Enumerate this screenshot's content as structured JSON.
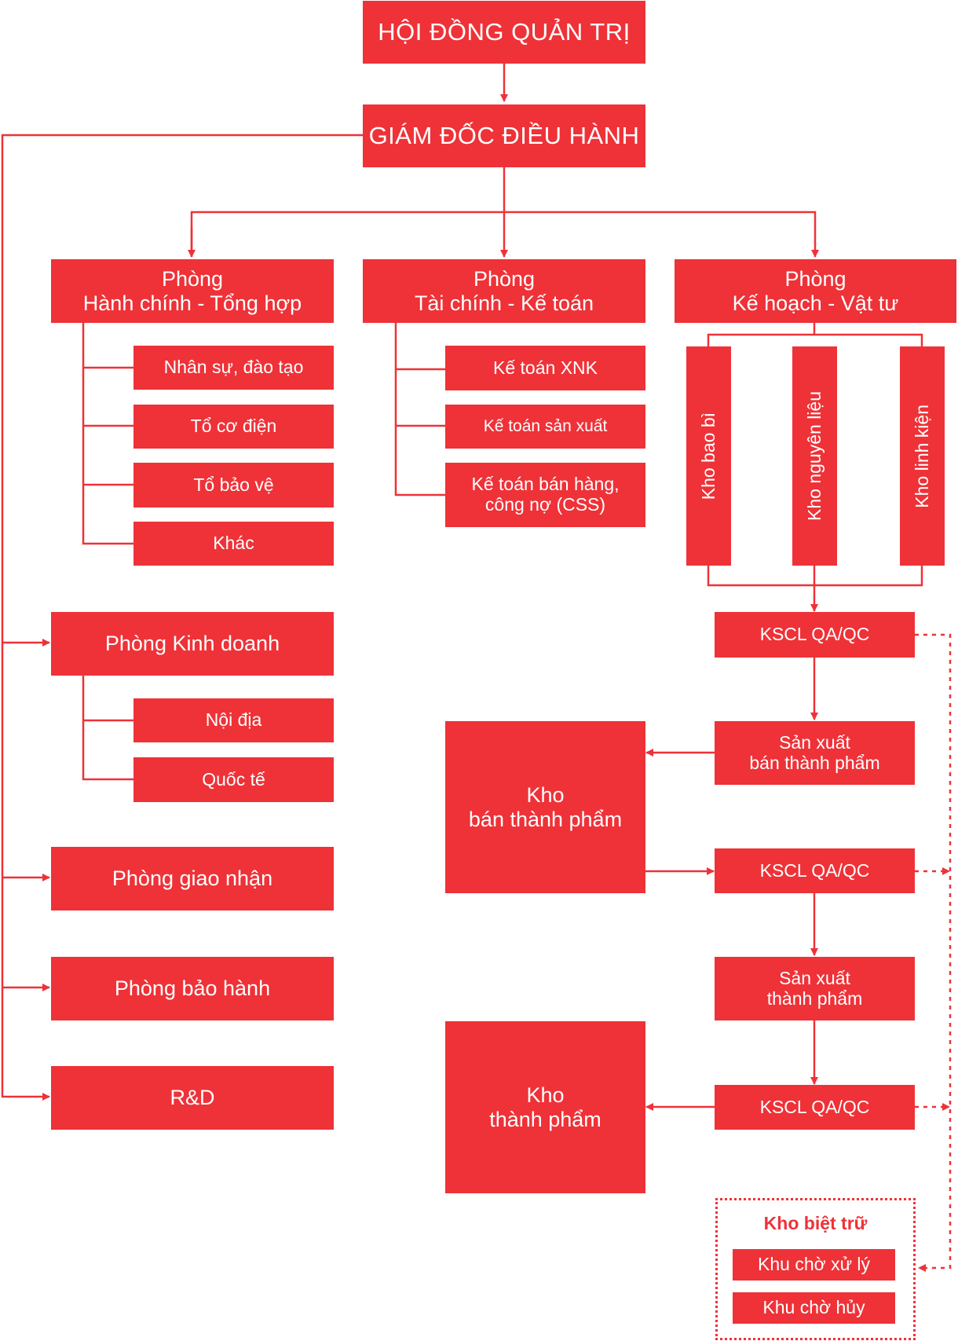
{
  "board": "HỘI ĐỒNG QUẢN TRỊ",
  "ceo": "GIÁM ĐỐC ĐIỀU HÀNH",
  "dept_admin": {
    "line1": "Phòng",
    "line2": "Hành chính - Tổng hợp",
    "subs": [
      "Nhân sự, đào tạo",
      "Tổ cơ điện",
      "Tổ bảo vệ",
      "Khác"
    ]
  },
  "dept_finance": {
    "line1": "Phòng",
    "line2": "Tài chính - Kế toán",
    "subs": [
      "Kế toán XNK",
      "Kế toán sản xuất",
      "Kế toán bán hàng,",
      "công nợ (CSS)"
    ]
  },
  "dept_planning": {
    "line1": "Phòng",
    "line2": "Kế hoạch - Vật tư",
    "warehouses": [
      "Kho bao bì",
      "Kho nguyên liệu",
      "Kho linh kiện"
    ]
  },
  "dept_sales": {
    "label": "Phòng Kinh doanh",
    "subs": [
      "Nội địa",
      "Quốc tế"
    ]
  },
  "dept_delivery": "Phòng giao nhận",
  "dept_warranty": "Phòng bảo hành",
  "dept_rnd": "R&D",
  "production": {
    "qc1": "KSCL QA/QC",
    "semi_prod_1": "Sản xuất",
    "semi_prod_2": "bán thành phẩm",
    "semi_store_1": "Kho",
    "semi_store_2": "bán thành phẩm",
    "qc2": "KSCL QA/QC",
    "final_prod_1": "Sản xuất",
    "final_prod_2": "thành phẩm",
    "qc3": "KSCL QA/QC",
    "final_store_1": "Kho",
    "final_store_2": "thành phẩm"
  },
  "quarantine": {
    "title": "Kho biệt trữ",
    "items": [
      "Khu chờ xử lý",
      "Khu chờ hủy"
    ]
  },
  "colors": {
    "primary": "#ee3238",
    "text": "#ffffff"
  }
}
